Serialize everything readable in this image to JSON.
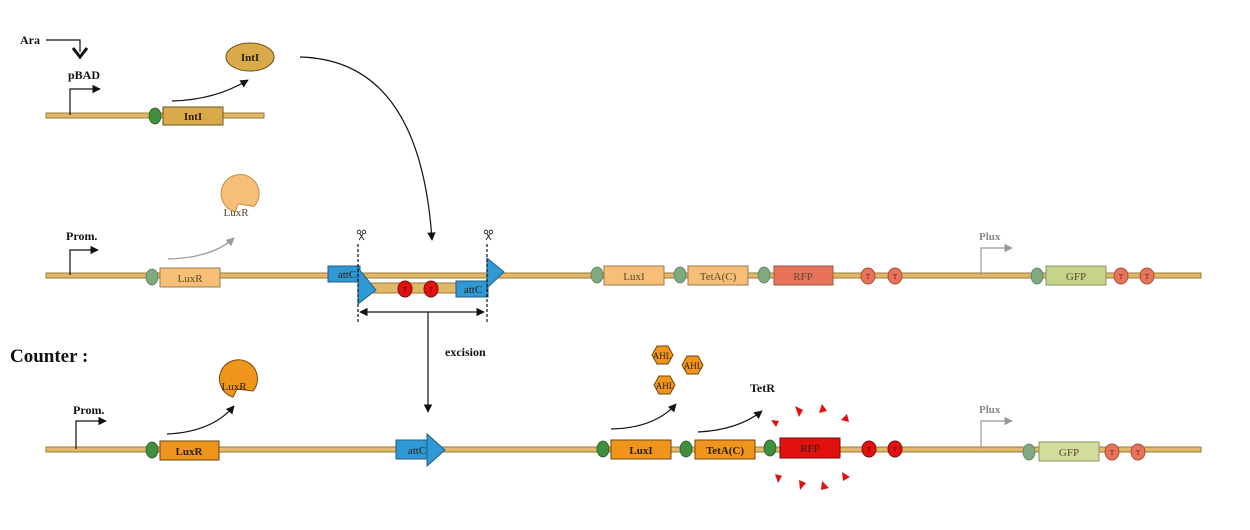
{
  "colors": {
    "backbone": "#e2b96a",
    "backbone_edge": "#9a7a35",
    "rbs": "#3f8f3f",
    "rbs_faded": "#7fa97f",
    "orange": "#f0951c",
    "orange_faded": "#f7be78",
    "blue": "#2f98d5",
    "red": "#e31010",
    "red_faded": "#e8735a",
    "gfp": "#c6d48a",
    "gfp_faded": "#d2dc9d",
    "inti": "#d9aa4a"
  },
  "icons": [
    "scissors-icon",
    "promoter-arrow-icon",
    "rbs-icon",
    "terminator-icon"
  ],
  "construct1": {
    "inducer": "Ara",
    "promoter": "pBAD",
    "gene": "IntI",
    "protein": "IntI"
  },
  "construct2": {
    "promoter": "Prom.",
    "luxr_gene": "LuxR",
    "luxr_protein": "LuxR",
    "attc_left": "attC",
    "attc_right": "attC",
    "term_a": "T",
    "term_b": "T",
    "luxi": "LuxI",
    "teta": "TetA(C)",
    "rfp": "RFP",
    "term_c": "T",
    "term_d": "T",
    "plux": "Plux",
    "gfp": "GFP",
    "term_e": "T",
    "term_f": "T"
  },
  "middle": {
    "excision": "excision"
  },
  "construct3": {
    "counter_title": "Counter :",
    "promoter": "Prom.",
    "luxr_gene": "LuxR",
    "luxr_protein": "LuxR",
    "attc": "attC",
    "luxi": "LuxI",
    "ahl_1": "AHL",
    "ahl_2": "AHL",
    "ahl_3": "AHL",
    "teta": "TetA(C)",
    "tetr": "TetR",
    "rfp": "RFP",
    "term_a": "T",
    "term_b": "T",
    "plux": "Plux",
    "gfp": "GFP",
    "term_c": "T",
    "term_d": "T"
  }
}
